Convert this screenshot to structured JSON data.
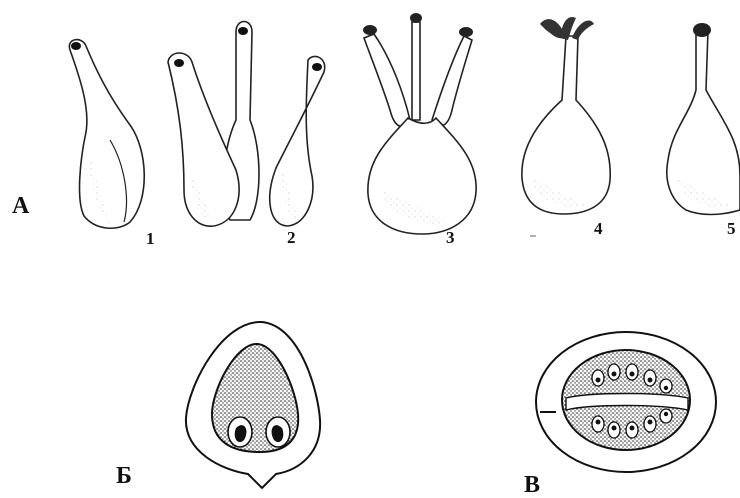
{
  "panels": {
    "a": {
      "letter": "А",
      "items": [
        "1",
        "2",
        "3",
        "4",
        "5"
      ]
    },
    "b": {
      "letter": "Б"
    },
    "v": {
      "letter": "В"
    }
  }
}
